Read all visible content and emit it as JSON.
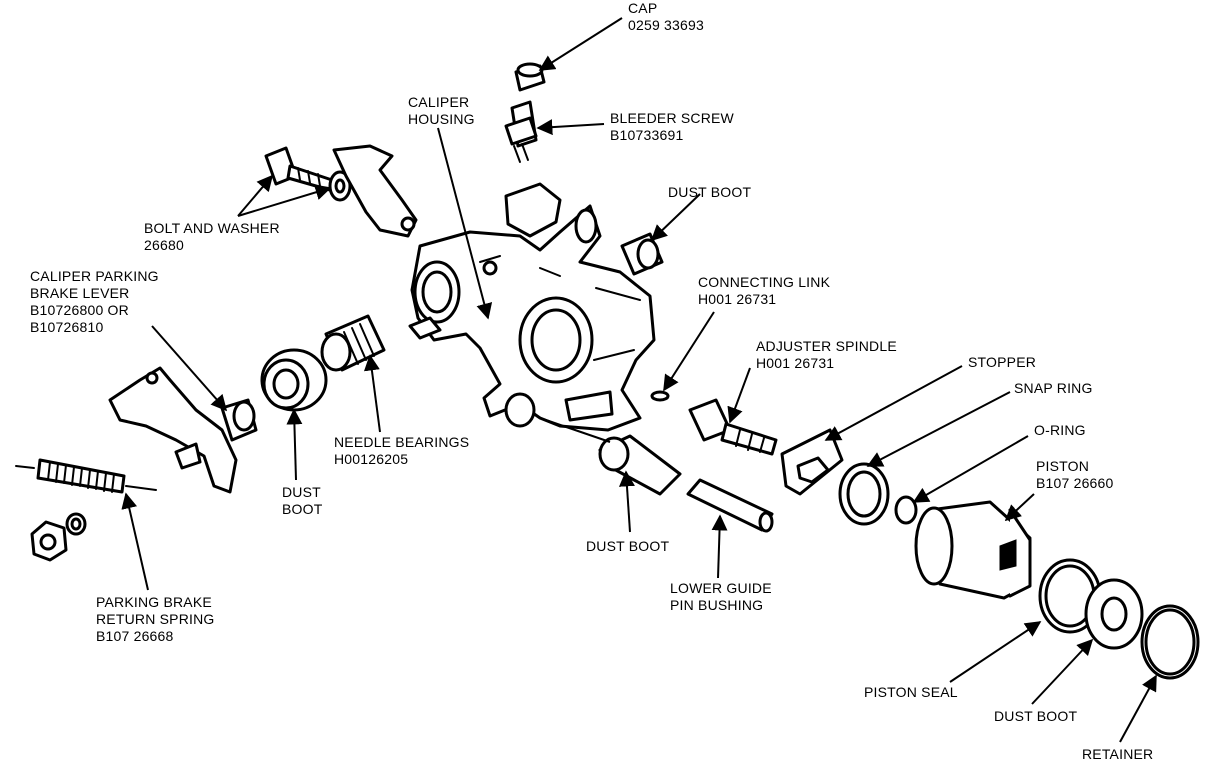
{
  "labels": {
    "cap": "CAP\n0259 33693",
    "bleeder_screw": "BLEEDER SCREW\nB10733691",
    "caliper_housing": "CALIPER\nHOUSING",
    "dust_boot_top": "DUST BOOT",
    "bolt_and_washer": "BOLT AND WASHER\n26680",
    "caliper_parking_brake_lever": "CALIPER PARKING\nBRAKE LEVER\nB10726800 OR\nB10726810",
    "connecting_link": "CONNECTING LINK\nH001 26731",
    "adjuster_spindle": "ADJUSTER SPINDLE\nH001 26731",
    "stopper": "STOPPER",
    "snap_ring": "SNAP RING",
    "o_ring": "O-RING",
    "piston": "PISTON\nB107 26660",
    "needle_bearings": "NEEDLE BEARINGS\nH00126205",
    "dust_boot_left": "DUST\nBOOT",
    "dust_boot_center": "DUST BOOT",
    "lower_guide_pin_bushing": "LOWER GUIDE\nPIN BUSHING",
    "parking_brake_return_spring": "PARKING BRAKE\nRETURN SPRING\nB107 26668",
    "piston_seal": "PISTON SEAL",
    "dust_boot_bottom": "DUST BOOT",
    "retainer": "RETAINER"
  }
}
